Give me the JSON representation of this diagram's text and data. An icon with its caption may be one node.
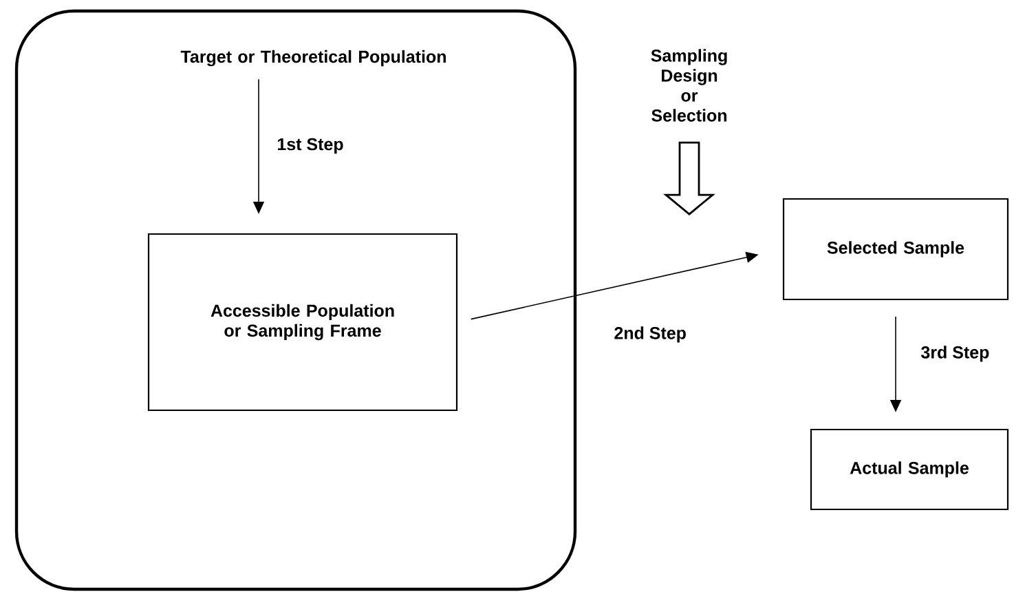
{
  "diagram": {
    "nodes": [
      {
        "text": [
          "Target or Theoretical Population"
        ]
      },
      {
        "text": [
          "Accessible Population or Sampling Frame"
        ],
        "in": 0
      },
      {
        "text": [
          "Selected Sample"
        ]
      },
      {
        "text": [
          "Actual Sample"
        ]
      },
      {
        "text": [
          "Sampling Design or Selection"
        ]
      }
    ],
    "edges": [
      {
        "from": 0,
        "to": 1,
        "arrow": "to",
        "label": "1st Step"
      },
      {
        "from": 1,
        "to": 2,
        "arrow": "to",
        "label": "2nd Step"
      },
      {
        "from": 2,
        "to": 3,
        "arrow": "to",
        "label": "3rd Step"
      },
      {
        "from": 4,
        "to": null,
        "arrow": "to",
        "style": "thick"
      }
    ]
  }
}
